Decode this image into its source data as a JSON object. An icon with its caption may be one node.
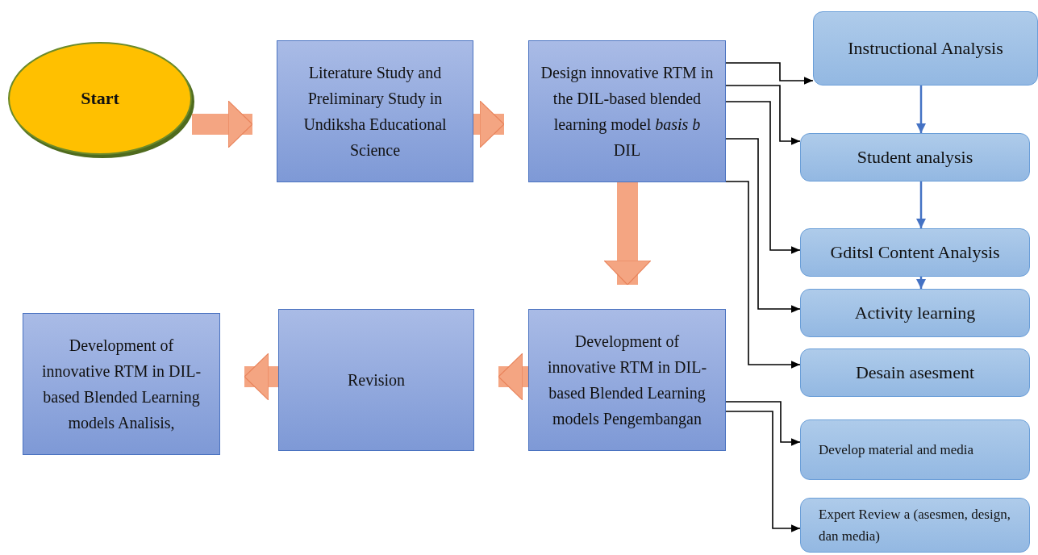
{
  "diagram": {
    "nodes": [
      {
        "text": [
          "Start"
        ]
      },
      {
        "text": [
          "Literature Study and Preliminary Study in Undiksha Educational Science"
        ]
      },
      {
        "text": [
          "Design innovative RTM in the DIL-based blended learning model *basis b* DIL"
        ]
      },
      {
        "text": [
          "Instructional Analysis"
        ]
      },
      {
        "text": [
          "Student analysis"
        ]
      },
      {
        "text": [
          "Gditsl Content Analysis"
        ]
      },
      {
        "text": [
          "Activity learning"
        ]
      },
      {
        "text": [
          "Desain asesment"
        ]
      },
      {
        "text": [
          "Development of innovative RTM in DIL-based Blended Learning models Pengembangan"
        ]
      },
      {
        "text": [
          "Revision"
        ]
      },
      {
        "text": [
          "Development of innovative RTM in DIL-based Blended Learning models Analisis,"
        ]
      },
      {
        "text": [
          "Develop material and media"
        ]
      },
      {
        "text": [
          "Expert Review a (asesmen, design, dan media)"
        ]
      }
    ],
    "edges": [
      {
        "from": 0,
        "to": 1,
        "arrow": "to",
        "style": "thick",
        "color": "#f4a582"
      },
      {
        "from": 1,
        "to": 2,
        "arrow": "to",
        "style": "thick",
        "color": "#f4a582"
      },
      {
        "from": 2,
        "to": 8,
        "arrow": "to",
        "style": "thick",
        "color": "#f4a582"
      },
      {
        "from": 8,
        "to": 9,
        "arrow": "to",
        "style": "thick",
        "color": "#f4a582"
      },
      {
        "from": 9,
        "to": 10,
        "arrow": "to",
        "style": "thick",
        "color": "#f4a582"
      },
      {
        "from": 2,
        "to": 3,
        "arrow": "to"
      },
      {
        "from": 2,
        "to": 4,
        "arrow": "to"
      },
      {
        "from": 2,
        "to": 5,
        "arrow": "to"
      },
      {
        "from": 2,
        "to": 6,
        "arrow": "to"
      },
      {
        "from": 2,
        "to": 7,
        "arrow": "to"
      },
      {
        "from": 3,
        "to": 4,
        "arrow": "to",
        "color": "#4472c4"
      },
      {
        "from": 4,
        "to": 5,
        "arrow": "to",
        "color": "#4472c4"
      },
      {
        "from": 5,
        "to": 6,
        "arrow": "to",
        "color": "#4472c4"
      },
      {
        "from": 8,
        "to": 11,
        "arrow": "to"
      },
      {
        "from": 8,
        "to": 12,
        "arrow": "to"
      }
    ]
  }
}
